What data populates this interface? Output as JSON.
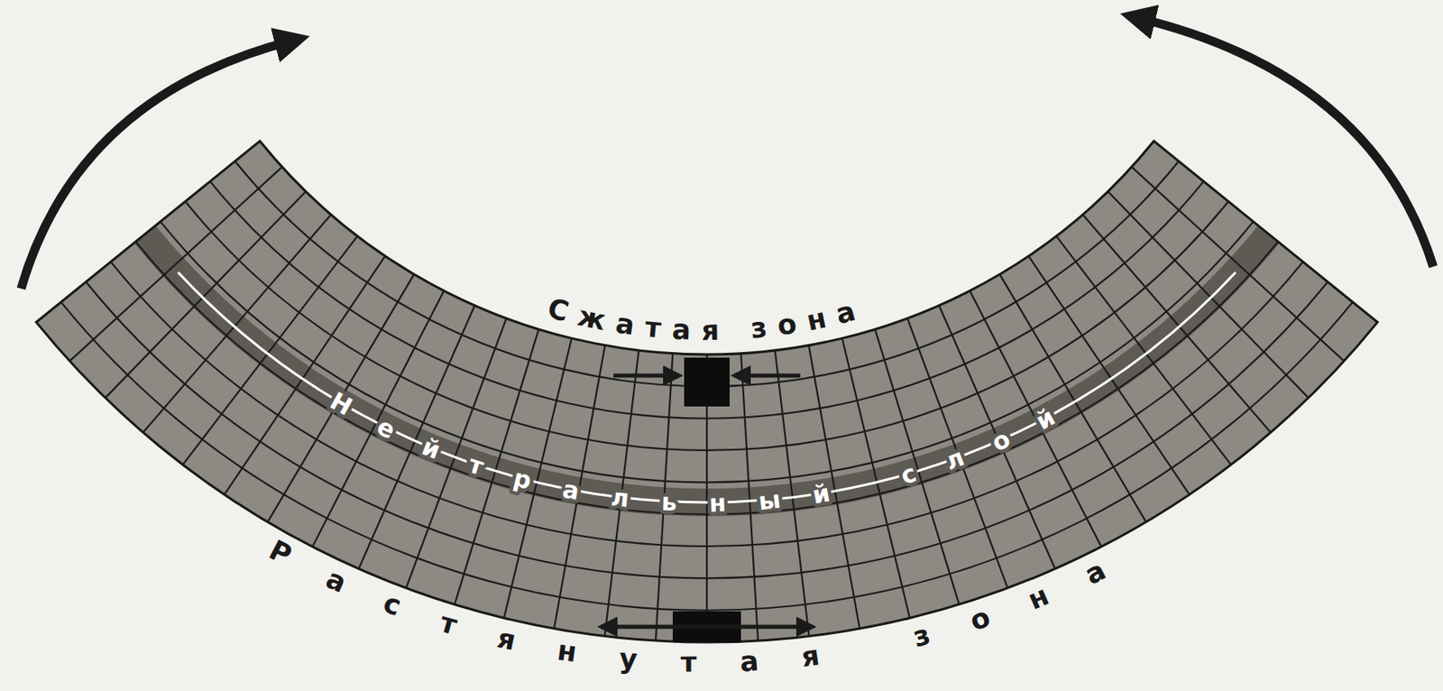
{
  "diagram": {
    "labels": [
      "Сжатая зона",
      "Нейтральный слой",
      "Растянутая зона"
    ]
  }
}
